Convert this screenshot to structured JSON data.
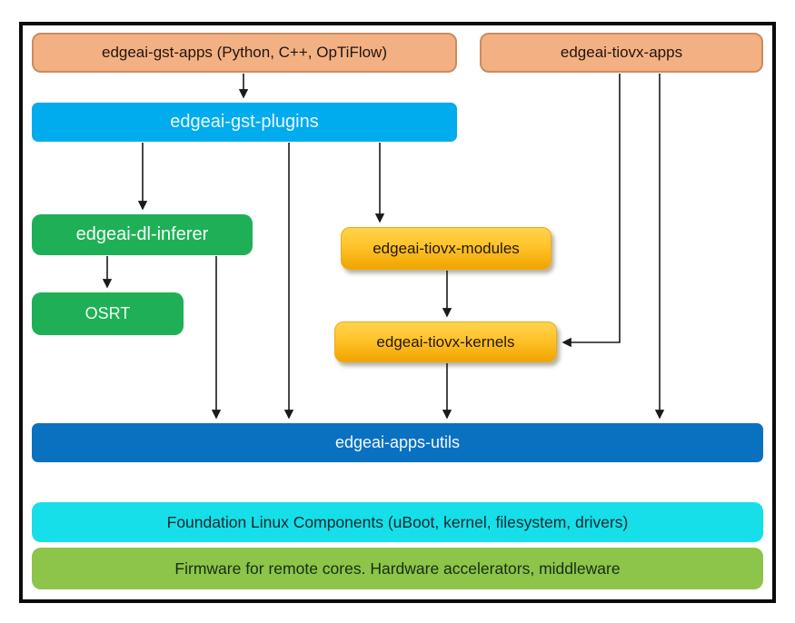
{
  "diagram": {
    "nodes": {
      "gst_apps": {
        "label": "edgeai-gst-apps (Python, C++, OpTiFlow)"
      },
      "tiovx_apps": {
        "label": "edgeai-tiovx-apps"
      },
      "gst_plugins": {
        "label": "edgeai-gst-plugins"
      },
      "dl_inferer": {
        "label": "edgeai-dl-inferer"
      },
      "osrt": {
        "label": "OSRT"
      },
      "tiovx_modules": {
        "label": "edgeai-tiovx-modules"
      },
      "tiovx_kernels": {
        "label": "edgeai-tiovx-kernels"
      },
      "apps_utils": {
        "label": "edgeai-apps-utils"
      },
      "foundation": {
        "label": "Foundation Linux Components (uBoot, kernel, filesystem, drivers)"
      },
      "firmware": {
        "label": "Firmware for remote cores. Hardware accelerators, middleware"
      }
    },
    "colors": {
      "peach": "#F3B183",
      "peach_border": "#C98C60",
      "bright_blue": "#00ABEE",
      "green": "#1FB057",
      "yellow_top": "#FFD34E",
      "yellow_bottom": "#F0A400",
      "dark_blue": "#0A71C1",
      "cyan": "#16DFE9",
      "light_green": "#8DC44A",
      "arrow": "#1A1A1A",
      "frame_border": "#0B0B0B"
    }
  }
}
